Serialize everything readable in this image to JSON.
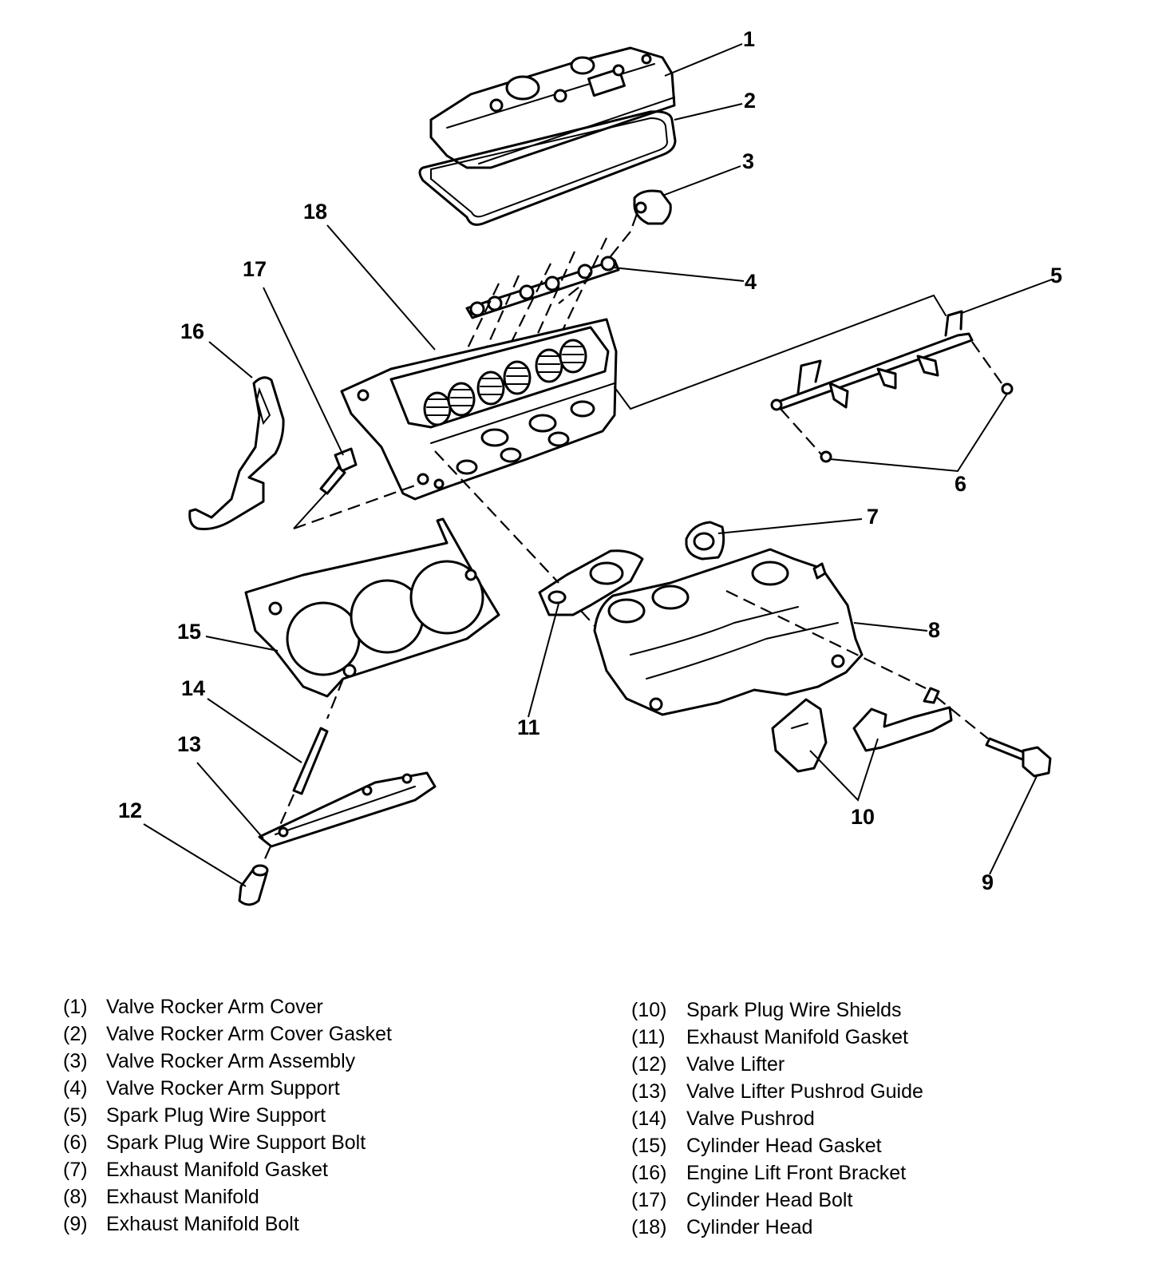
{
  "callouts": [
    "1",
    "2",
    "3",
    "4",
    "5",
    "6",
    "7",
    "8",
    "9",
    "10",
    "11",
    "12",
    "13",
    "14",
    "15",
    "16",
    "17",
    "18"
  ],
  "legend_left": [
    {
      "num": "(1)",
      "label": "Valve Rocker Arm Cover"
    },
    {
      "num": "(2)",
      "label": "Valve Rocker Arm Cover Gasket"
    },
    {
      "num": "(3)",
      "label": "Valve Rocker Arm Assembly"
    },
    {
      "num": "(4)",
      "label": "Valve Rocker Arm Support"
    },
    {
      "num": "(5)",
      "label": "Spark Plug Wire Support"
    },
    {
      "num": "(6)",
      "label": "Spark Plug Wire Support Bolt"
    },
    {
      "num": "(7)",
      "label": "Exhaust Manifold Gasket"
    },
    {
      "num": "(8)",
      "label": "Exhaust Manifold"
    },
    {
      "num": "(9)",
      "label": "Exhaust Manifold Bolt"
    }
  ],
  "legend_right": [
    {
      "num": "(10)",
      "label": "Spark Plug Wire Shields"
    },
    {
      "num": "(11)",
      "label": "Exhaust Manifold Gasket"
    },
    {
      "num": "(12)",
      "label": "Valve Lifter"
    },
    {
      "num": "(13)",
      "label": "Valve Lifter Pushrod Guide"
    },
    {
      "num": "(14)",
      "label": "Valve Pushrod"
    },
    {
      "num": "(15)",
      "label": "Cylinder Head Gasket"
    },
    {
      "num": "(16)",
      "label": "Engine Lift Front Bracket"
    },
    {
      "num": "(17)",
      "label": "Cylinder Head Bolt"
    },
    {
      "num": "(18)",
      "label": "Cylinder Head"
    }
  ]
}
